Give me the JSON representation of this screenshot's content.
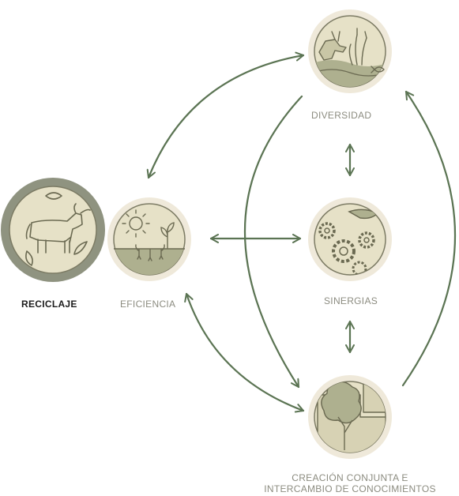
{
  "colors": {
    "node_fill": "#e6e1c7",
    "node_ring": "#efe9da",
    "node_border": "#7c7b64",
    "recycle_ring": "#8f9380",
    "icon_stroke": "#6b6a52",
    "arrow": "#5b7453",
    "label_muted": "#8c8c80",
    "label_strong": "#1c1c1c"
  },
  "nodes": {
    "diversidad": {
      "label": "DIVERSIDAD",
      "icon": "animal-grass-fish-icon"
    },
    "sinergias": {
      "label": "SINERGIAS",
      "icon": "gears-icon"
    },
    "creacion": {
      "label_line1": "CREACIÓN CONJUNTA E",
      "label_line2": "INTERCAMBIO DE CONOCIMIENTOS",
      "icon": "tree-icon"
    },
    "reciclaje": {
      "label": "RECICLAJE",
      "icon": "cow-leaves-icon"
    },
    "eficiencia": {
      "label": "EFICIENCIA",
      "icon": "sun-sprouts-icon"
    }
  }
}
